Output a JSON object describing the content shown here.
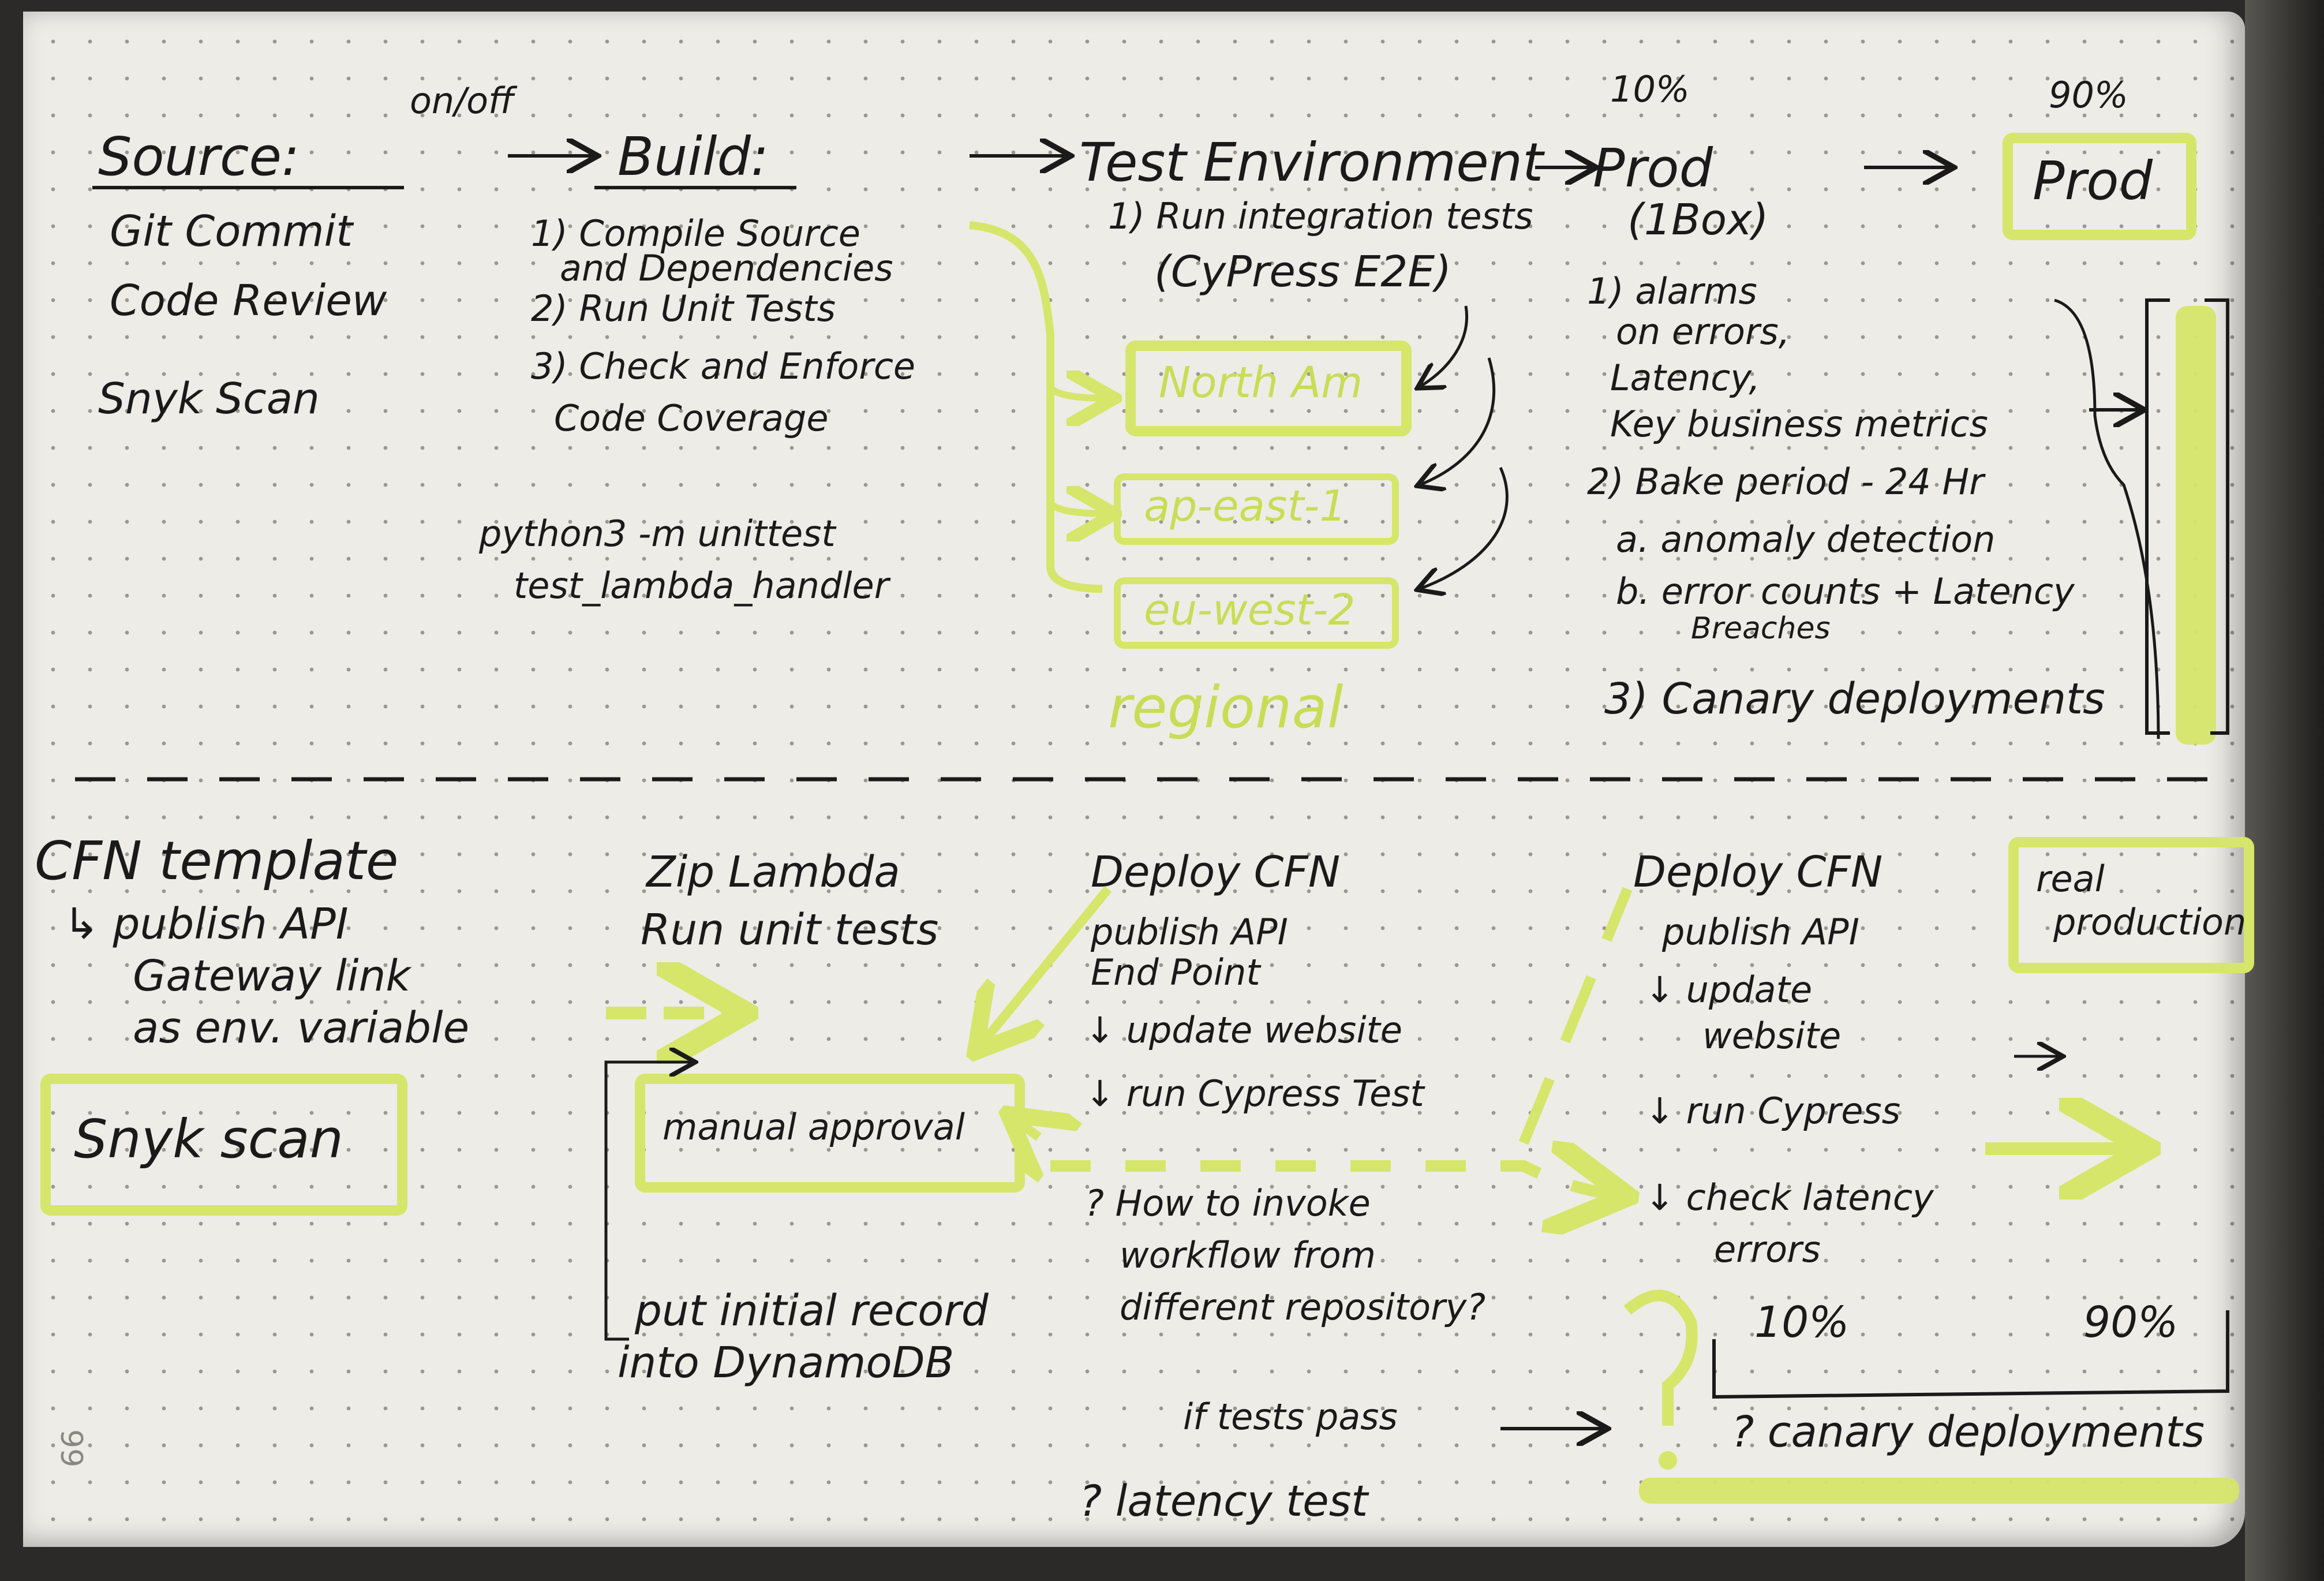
{
  "top": {
    "onoff": "on/off",
    "pct10": "10%",
    "pct90": "90%",
    "source": {
      "title": "Source:",
      "items": [
        "Git Commit",
        "Code Review",
        "Snyk Scan"
      ]
    },
    "build": {
      "title": "Build:",
      "steps": [
        "1) Compile Source",
        "and Dependencies",
        "2) Run Unit Tests",
        "3) Check and Enforce",
        "Code Coverage"
      ],
      "cmd": [
        "python3 -m unittest",
        "test_lambda_handler"
      ]
    },
    "test_env": {
      "title": "Test Environment",
      "steps": [
        "1) Run integration tests",
        "(CyPress E2E)"
      ],
      "regions": [
        "North Am",
        "ap-east-1",
        "eu-west-2"
      ],
      "regional_label": "regional"
    },
    "prod1box": {
      "title": "Prod",
      "subtitle": "(1Box)",
      "lines": [
        "1) alarms",
        "on errors,",
        "Latency,",
        "Key business metrics",
        "2) Bake period - 24 Hr",
        "a. anomaly detection",
        "b. error counts + Latency",
        "Breaches",
        "3) Canary deployments"
      ]
    },
    "prod": {
      "title": "Prod"
    }
  },
  "bottom": {
    "cfn": {
      "lines": [
        "CFN template",
        "↳ publish API",
        "Gateway link",
        "as env. variable"
      ],
      "snyk": "Snyk scan"
    },
    "zip": {
      "lines": [
        "Zip Lambda",
        "Run unit tests"
      ],
      "approval": "manual approval",
      "put": [
        "put initial record",
        "into DynamoDB"
      ]
    },
    "deploy1": {
      "lines": [
        "Deploy CFN",
        "publish API",
        "End Point",
        "↓ update website",
        "↓ run Cypress Test",
        "? How to invoke",
        "workflow from",
        "different repository?"
      ],
      "if_pass": "if tests pass",
      "latency": "? latency test"
    },
    "deploy2": {
      "lines": [
        "Deploy CFN",
        "publish API",
        "↓ update",
        "website",
        "↓ run Cypress",
        "↓ check latency",
        "errors"
      ],
      "real": [
        "real",
        "production"
      ],
      "pct10": "10%",
      "pct90": "90%",
      "canary": "? canary deployments"
    },
    "page_number": "99"
  },
  "colors": {
    "highlighter": "#d5e66a",
    "ink": "#1a1a1a",
    "paper": "#eeece7"
  }
}
